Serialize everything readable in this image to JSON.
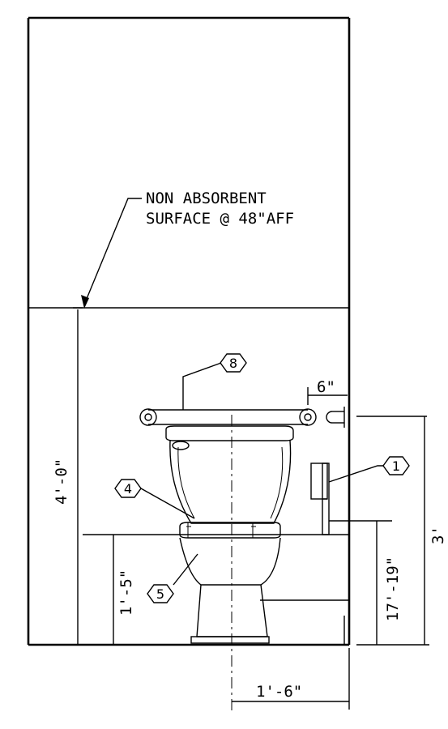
{
  "note": {
    "line1": "NON ABSORBENT",
    "line2": "SURFACE @ 48\"AFF"
  },
  "tags": {
    "t1": "1",
    "t4": "4",
    "t5": "5",
    "t8": "8"
  },
  "dims": {
    "wainscot_height": "4'-0\"",
    "seat_height": "1'-5\"",
    "flush_height": "17'-19\"",
    "grab_bar_height": "3'",
    "grab_bar_offset": "6\"",
    "centerline_from_wall": "1'-6\""
  }
}
